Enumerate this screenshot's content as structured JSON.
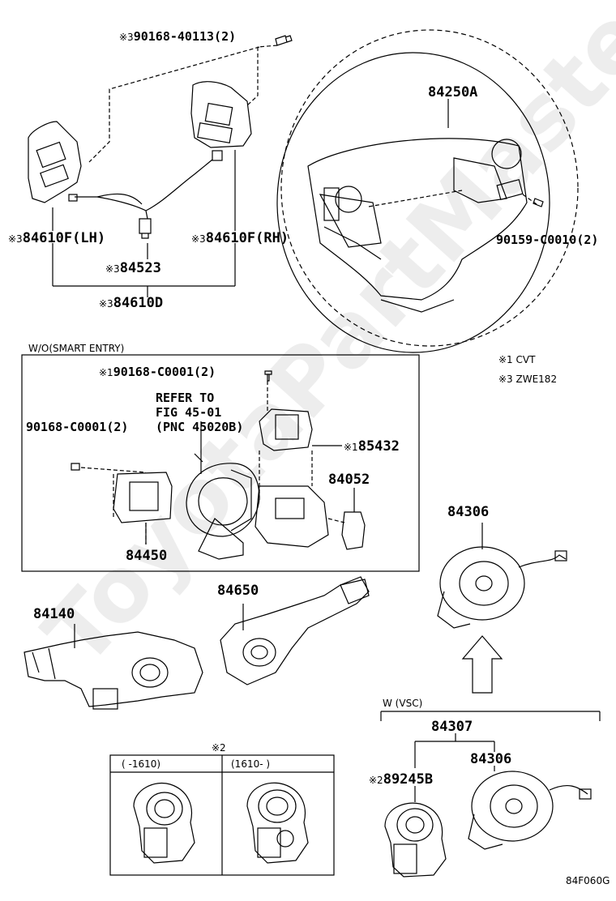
{
  "diagram_code": "84F060G",
  "watermark": "ToyotaPartMaster.ru",
  "legend": {
    "note1": "※1 CVT",
    "note3": "※3 ZWE182"
  },
  "top": {
    "screw_top": "90168-40113(2)",
    "wheel": "84250A",
    "screw_right": "90159-C0010(2)",
    "switch_lh": "84610F(LH)",
    "switch_rh": "84610F(RH)",
    "harness": "84523",
    "switch_assy": "84610D"
  },
  "box": {
    "title": "W/O(SMART ENTRY)",
    "screw1": "90168-C0001(2)",
    "refer_1": "REFER TO",
    "refer_2": "FIG 45-01",
    "screw2": "90168-C0001(2)",
    "pnc": "(PNC 45020B)",
    "part_85432": "85432",
    "part_84052": "84052",
    "part_84450": "84450"
  },
  "mid": {
    "part_84140": "84140",
    "part_84650": "84650",
    "part_84306": "84306"
  },
  "notes": {
    "mark1": "※1",
    "mark2": "※2",
    "mark3": "※3"
  },
  "sensor_box": {
    "header": "※2",
    "col1": "(     -1610)",
    "col2": "(1610-     )"
  },
  "vsc": {
    "title": "W (VSC)",
    "assy": "84307",
    "sensor": "89245B",
    "spiral": "84306"
  }
}
